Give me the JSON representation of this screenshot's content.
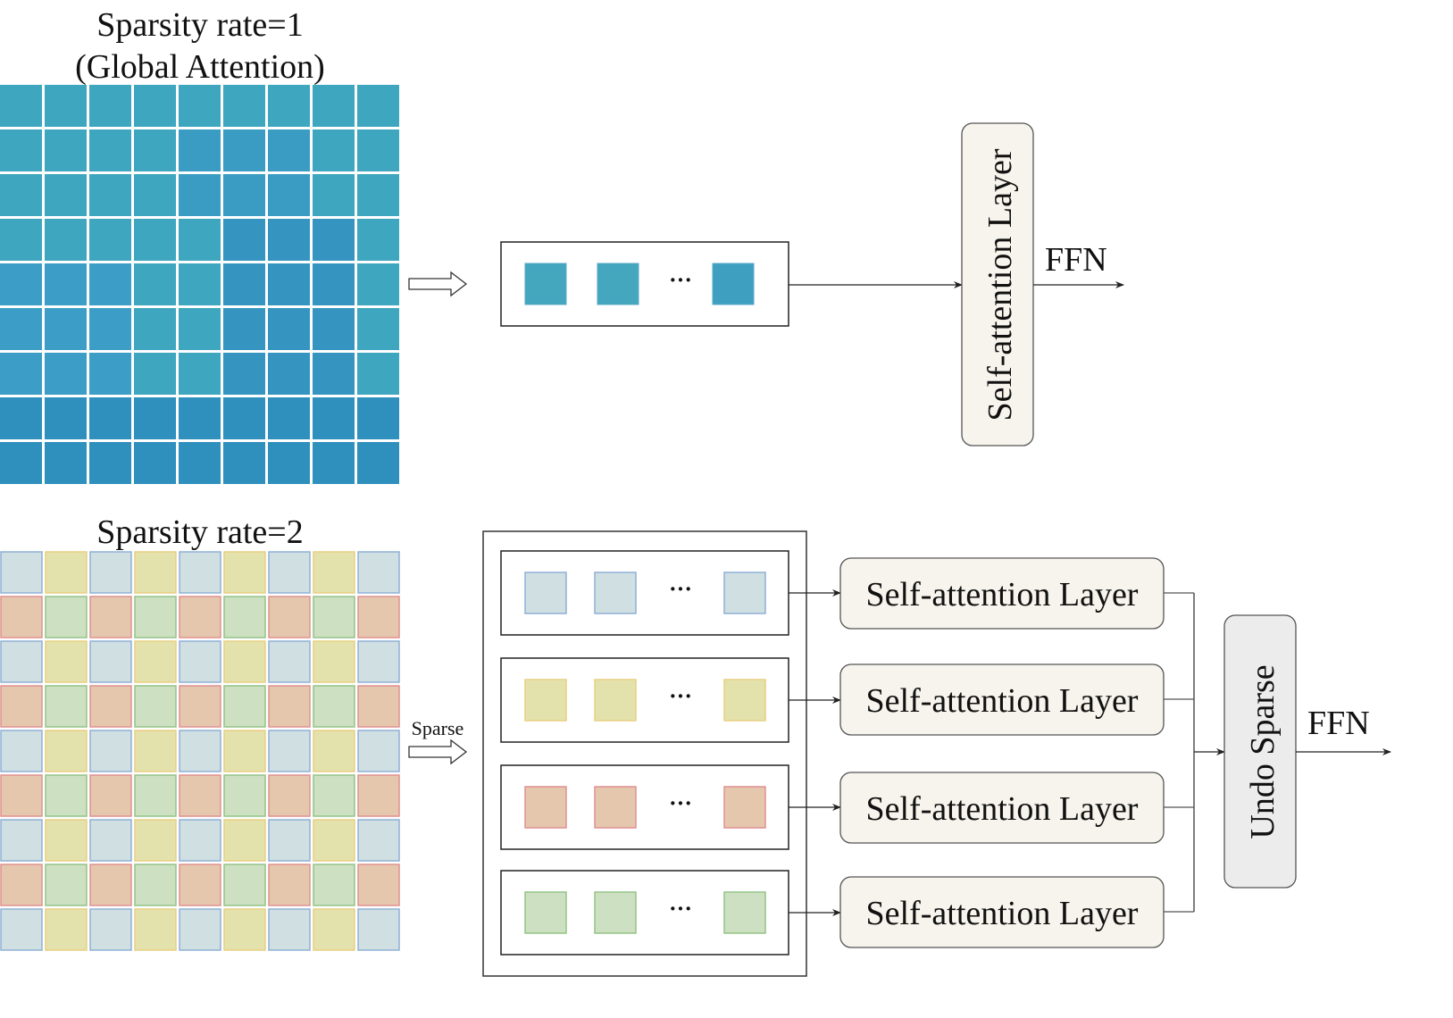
{
  "top_section": {
    "title_line1": "Sparsity rate=1",
    "title_line2": "(Global Attention)",
    "grid": {
      "rows": 9,
      "cols": 9,
      "color": "#3fa6bf"
    },
    "token_sequence": {
      "ellipsis": "···",
      "token_color": "#44a7be"
    },
    "attention_layer_label": "Self-attention Layer",
    "ffn_label": "FFN"
  },
  "bottom_section": {
    "title": "Sparsity rate=2",
    "sparse_label": "Sparse",
    "grid": {
      "rows": 9,
      "cols": 9,
      "pattern": [
        [
          "blue",
          "yellow"
        ],
        [
          "red",
          "green"
        ]
      ]
    },
    "groups": [
      {
        "name": "blue",
        "fill": "#d0dfe2",
        "border": "#8fb0d6",
        "ellipsis": "···",
        "layer_label": "Self-attention Layer"
      },
      {
        "name": "yellow",
        "fill": "#e4e2ac",
        "border": "#e8cf82",
        "ellipsis": "···",
        "layer_label": "Self-attention Layer"
      },
      {
        "name": "red",
        "fill": "#e5c7ae",
        "border": "#e09191",
        "ellipsis": "···",
        "layer_label": "Self-attention Layer"
      },
      {
        "name": "green",
        "fill": "#cde0c2",
        "border": "#93c486",
        "ellipsis": "···",
        "layer_label": "Self-attention Layer"
      }
    ],
    "undo_label": "Undo Sparse",
    "ffn_label": "FFN"
  },
  "colors": {
    "layer_fill": "#f6f4ec",
    "undo_fill": "#ececec",
    "stroke": "#222222"
  }
}
